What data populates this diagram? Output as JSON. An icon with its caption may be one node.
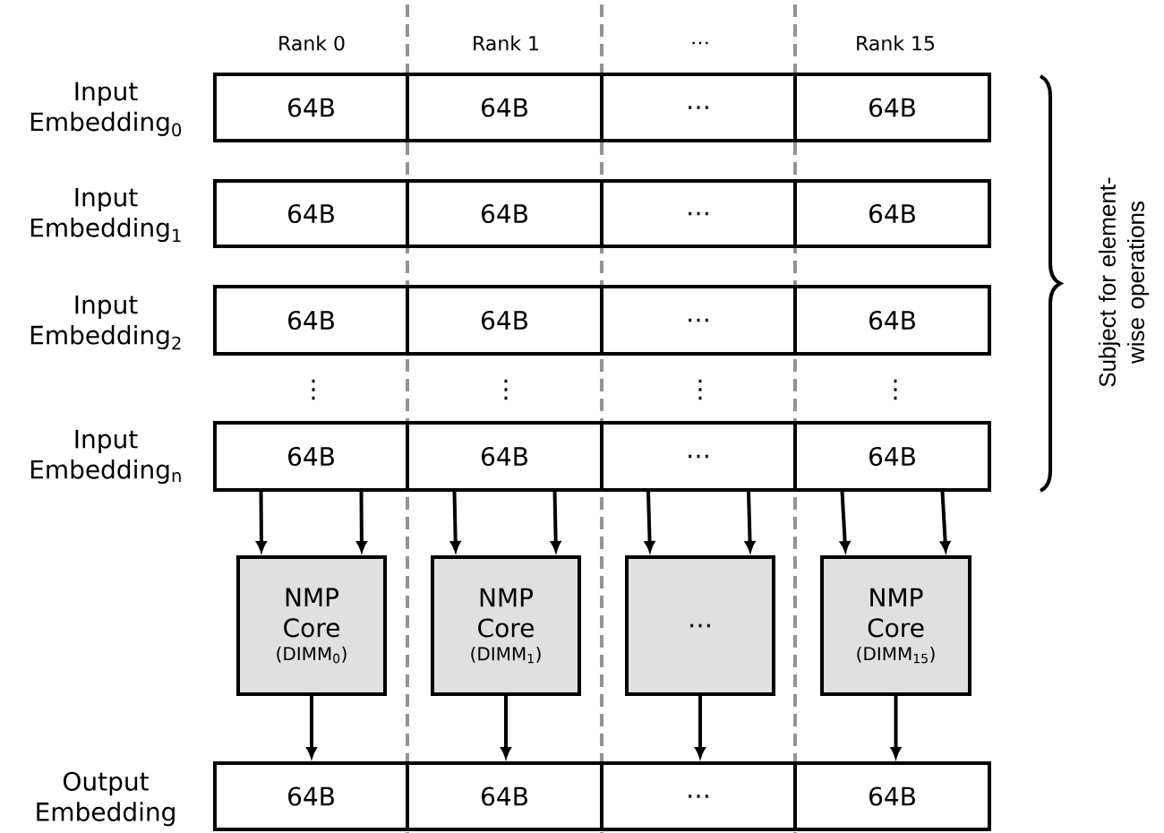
{
  "diagram": {
    "nodes": [
      {
        "text": [
          "64B"
        ]
      },
      {
        "text": [
          "64B"
        ]
      },
      {
        "text": [
          "…"
        ]
      },
      {
        "text": [
          "64B"
        ]
      },
      {
        "text": [
          "64B"
        ]
      },
      {
        "text": [
          "64B"
        ]
      },
      {
        "text": [
          "…"
        ]
      },
      {
        "text": [
          "64B"
        ]
      },
      {
        "text": [
          "64B"
        ]
      },
      {
        "text": [
          "64B"
        ]
      },
      {
        "text": [
          "…"
        ]
      },
      {
        "text": [
          "64B"
        ]
      },
      {
        "text": [
          "64B"
        ]
      },
      {
        "text": [
          "64B"
        ]
      },
      {
        "text": [
          "…"
        ]
      },
      {
        "text": [
          "64B"
        ]
      },
      {
        "text": [
          "NMP Core",
          "(DIMM$_{0}$)"
        ]
      },
      {
        "text": [
          "NMP Core",
          "(DIMM$_{1}$)"
        ]
      },
      {
        "text": [
          "…"
        ]
      },
      {
        "text": [
          "NMP Core",
          "(DIMM$_{15}$)"
        ]
      },
      {
        "text": [
          "64B"
        ]
      },
      {
        "text": [
          "64B"
        ]
      },
      {
        "text": [
          "…"
        ]
      },
      {
        "text": [
          "64B"
        ]
      }
    ],
    "edges": [
      {
        "from": 12,
        "to": 16,
        "arrow": "to"
      },
      {
        "from": 12,
        "to": 16,
        "arrow": "to"
      },
      {
        "from": 13,
        "to": 17,
        "arrow": "to"
      },
      {
        "from": 13,
        "to": 17,
        "arrow": "to"
      },
      {
        "from": 14,
        "to": 18,
        "arrow": "to"
      },
      {
        "from": 14,
        "to": 18,
        "arrow": "to"
      },
      {
        "from": 15,
        "to": 19,
        "arrow": "to"
      },
      {
        "from": 15,
        "to": 19,
        "arrow": "to"
      },
      {
        "from": 16,
        "to": 20,
        "arrow": "to"
      },
      {
        "from": 17,
        "to": 21,
        "arrow": "to"
      },
      {
        "from": 18,
        "to": 22,
        "arrow": "to"
      },
      {
        "from": 19,
        "to": 23,
        "arrow": "to"
      }
    ],
    "labels": [
      "Rank 0",
      "Rank 1",
      "…",
      "Rank 15",
      "Input Embedding$_{0}$",
      "Input Embedding$_{1}$",
      "Input Embedding$_{2}$",
      "⋮",
      "⋮",
      "⋮",
      "⋮",
      "Input Embedding$_{n}$",
      "Output Embedding",
      "Subject for element-wise operations"
    ]
  }
}
